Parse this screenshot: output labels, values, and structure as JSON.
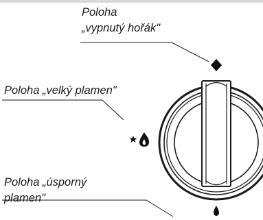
{
  "labels": {
    "off": {
      "line1": "Poloha",
      "line2": "„vypnutý hořák\""
    },
    "large_flame": {
      "line1": "Poloha „velký plamen\""
    },
    "saving_flame": {
      "line1": "Poloha „úsporný",
      "line2": "plamen\""
    }
  },
  "symbols": {
    "off": "diamond-icon",
    "large_flame": "star-flame-icon",
    "saving_flame": "small-flame-icon"
  },
  "colors": {
    "line": "#1a1a1a",
    "knob_fill": "#ffffff",
    "header_bar": "#d9d9d9"
  }
}
